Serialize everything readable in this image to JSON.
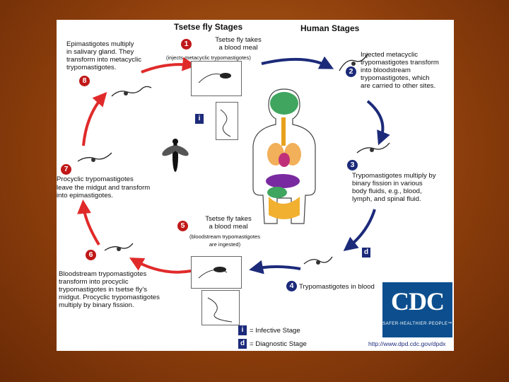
{
  "headers": {
    "tsetse": "Tsetse fly Stages",
    "human": "Human Stages"
  },
  "steps": {
    "s1": {
      "num": "1",
      "title": "Tsetse fly takes\na blood meal",
      "sub": "(injects metacyclic trypomastigotes)"
    },
    "s2": {
      "num": "2",
      "text": "Injected metacyclic\ntrypomastigotes transform\ninto bloodstream\ntrypomastigotes, which\nare carried to other sites."
    },
    "s3": {
      "num": "3",
      "text": "Trypomastigotes multiply by\nbinary fission in various\nbody fluids, e.g., blood,\nlymph, and spinal fluid."
    },
    "s4": {
      "num": "4",
      "text": "Trypomastigotes in blood"
    },
    "s5": {
      "num": "5",
      "title": "Tsetse fly takes\na blood meal",
      "sub": "(bloodstream trypomastigotes\nare ingested)"
    },
    "s6": {
      "num": "6",
      "text": "Bloodstream trypomastigotes\ntransform into procyclic\ntrypomastigotes in tsetse fly's\nmidgut. Procyclic trypomastigotes\nmultiply by binary fission."
    },
    "s7": {
      "num": "7",
      "title": "Procyclic trypomastigotes",
      "text": "leave the midgut and transform\ninto epimastigotes."
    },
    "s8": {
      "num": "8",
      "text": "Epimastigotes multiply\nin salivary gland. They\ntransform into metacyclic\ntrypomastigotes."
    }
  },
  "legend": {
    "infective_symbol": "i",
    "infective_label": "= Infective Stage",
    "diagnostic_symbol": "d",
    "diagnostic_label": "= Diagnostic Stage"
  },
  "stage_badges": {
    "inset_i": "i",
    "blood_d": "d"
  },
  "logo": {
    "text": "CDC",
    "tagline": "SAFER·HEALTHIER·PEOPLE™",
    "url": "http://www.dpd.cdc.gov/dpdx"
  },
  "colors": {
    "red_arrow": "#e02a2a",
    "blue_arrow": "#1c2a7a",
    "badge_red": "#c01818",
    "cdc_blue": "#0d4f8e"
  }
}
